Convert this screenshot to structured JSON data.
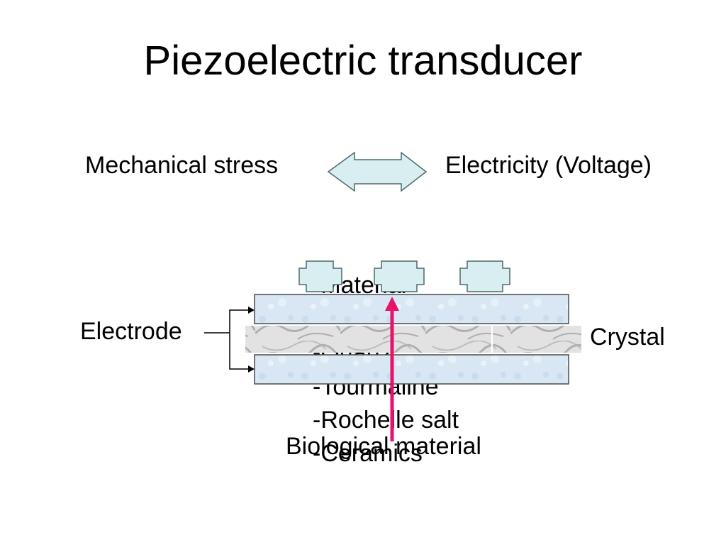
{
  "title": "Piezoelectric transducer",
  "relation": {
    "left": "Mechanical stress",
    "right": "Electricity (Voltage)"
  },
  "labels": {
    "electrode": "Electrode",
    "crystal": "Crystal",
    "biological": "Biological material"
  },
  "materials": {
    "heading": "-Material",
    "items": [
      "-Quartz",
      "-Tourmaline",
      "-Rochelle salt",
      "-Ceramics"
    ]
  },
  "colors": {
    "arrow_fill": "#d9eef0",
    "electrode_fill": "#d8e8f4",
    "crystal_fill": "#dcdcdc",
    "pointer": "#e8126a"
  }
}
